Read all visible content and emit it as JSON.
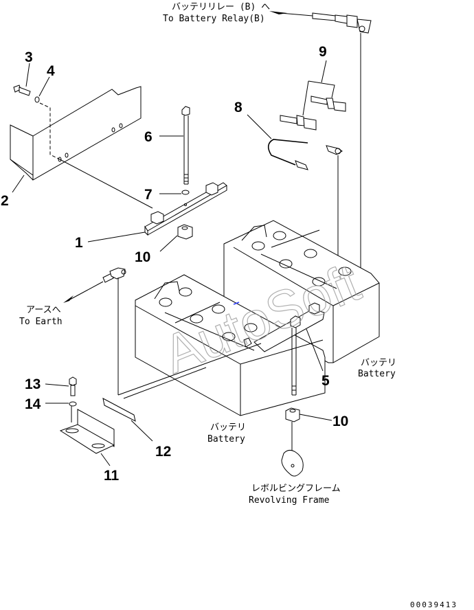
{
  "diagram": {
    "title": "Battery installation exploded view",
    "watermark": "AutoSoft",
    "drawing_number": "00039413",
    "callouts": [
      {
        "id": "1",
        "label": "1",
        "part": "battery hold-down bracket"
      },
      {
        "id": "2",
        "label": "2",
        "part": "cover"
      },
      {
        "id": "3",
        "label": "3",
        "part": "bolt"
      },
      {
        "id": "4",
        "label": "4",
        "part": "washer"
      },
      {
        "id": "5",
        "label": "5",
        "part": "bracket"
      },
      {
        "id": "6",
        "label": "6",
        "part": "J-bolt"
      },
      {
        "id": "7",
        "label": "7",
        "part": "washer"
      },
      {
        "id": "8",
        "label": "8",
        "part": "battery cable"
      },
      {
        "id": "9",
        "label": "9",
        "part": "terminal caps"
      },
      {
        "id": "10a",
        "label": "10",
        "part": "nut"
      },
      {
        "id": "10b",
        "label": "10",
        "part": "nut"
      },
      {
        "id": "11",
        "label": "11",
        "part": "angle bracket"
      },
      {
        "id": "12",
        "label": "12",
        "part": "rubber pad"
      },
      {
        "id": "13",
        "label": "13",
        "part": "bolt"
      },
      {
        "id": "14",
        "label": "14",
        "part": "washer"
      }
    ],
    "captions": {
      "relay_jp": "バッテリリレー (B) へ",
      "relay_en": "To Battery Relay(B)",
      "earth_jp": "アースへ",
      "earth_en": "To Earth",
      "battery_right_jp": "バッテリ",
      "battery_right_en": "Battery",
      "battery_left_jp": "バッテリ",
      "battery_left_en": "Battery",
      "frame_jp": "レボルビングフレーム",
      "frame_en": "Revolving Frame"
    }
  }
}
